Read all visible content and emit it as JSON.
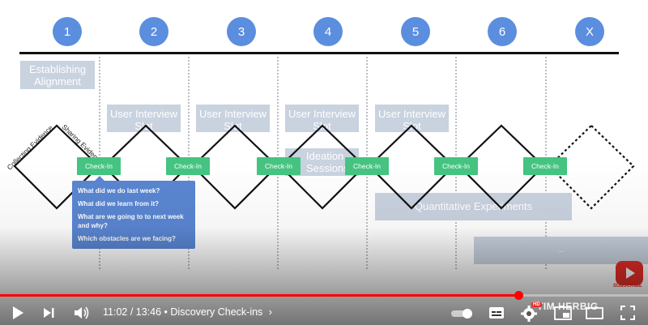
{
  "steps": [
    "1",
    "2",
    "3",
    "4",
    "5",
    "6",
    "X"
  ],
  "boxes": {
    "establishing": "Establishing Alignment",
    "user_interview_1": "User Interview Slot",
    "user_interview_2": "User Interview Slot",
    "user_interview_3": "User Interview Slot",
    "user_interview_4": "User Interview Slot",
    "ideation": "Ideation Sessions",
    "quantitative": "Quantitative Experiments",
    "ellipsis": "..."
  },
  "diamond_labels": {
    "collecting": "Collecting Evidence",
    "sharing": "Sharing Evidence"
  },
  "checkin_label": "Check-In",
  "tooltip": [
    "What did we do last week?",
    "What did we learn from it?",
    "What are we going to to next week and why?",
    "Which obstacles are we facing?"
  ],
  "player": {
    "time_current": "11:02",
    "time_sep": " / ",
    "time_total": "13:46",
    "bullet": " • ",
    "chapter": "Discovery Check-ins",
    "progress": 0.8,
    "hd_badge": "HD",
    "subscribe": "SUBSCRIBE",
    "channel": "TIM HERBIG"
  },
  "colors": {
    "accent_circle": "#5b8ede",
    "checkin": "#45c481",
    "progress": "#ff0000",
    "box": "#c9d2df"
  }
}
